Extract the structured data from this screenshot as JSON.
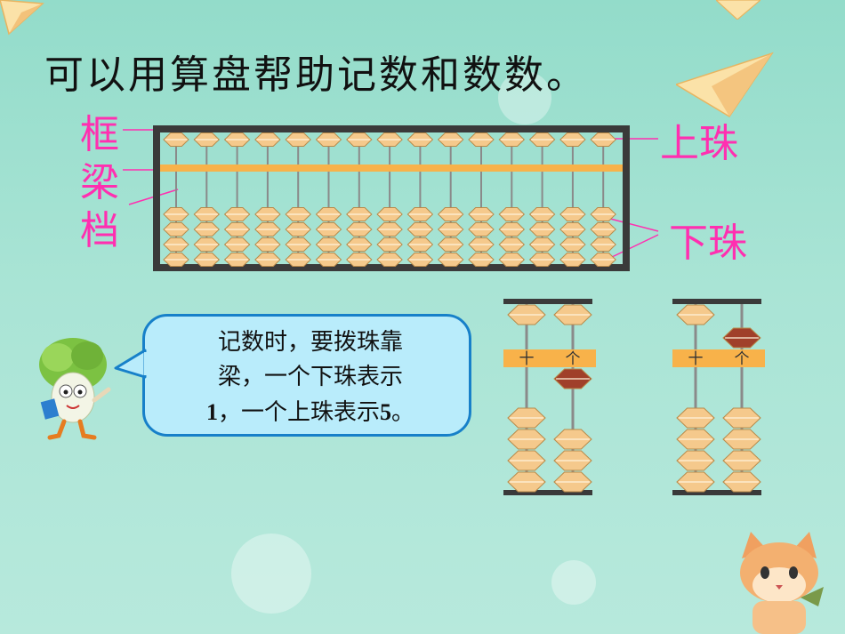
{
  "title": "可以用算盘帮助记数和数数。",
  "abacus": {
    "left_labels": [
      "框",
      "梁",
      "档"
    ],
    "right_labels": [
      "上珠",
      "下珠"
    ],
    "rods": 15
  },
  "bubble": {
    "line1": "记数时，要拨珠靠",
    "line2": "梁，一个下珠表示",
    "line3_num1": "1",
    "line3_mid": "，一个上珠表示",
    "line3_num2": "5",
    "line3_end": "。"
  },
  "small_abacus": {
    "beam_labels": [
      "十",
      "个"
    ]
  },
  "colors": {
    "bead": "#f5c98c",
    "bead_active": "#a0402a",
    "beam": "#f8b24a",
    "frame": "#3a3a3a",
    "pink": "#ff2fb0"
  }
}
